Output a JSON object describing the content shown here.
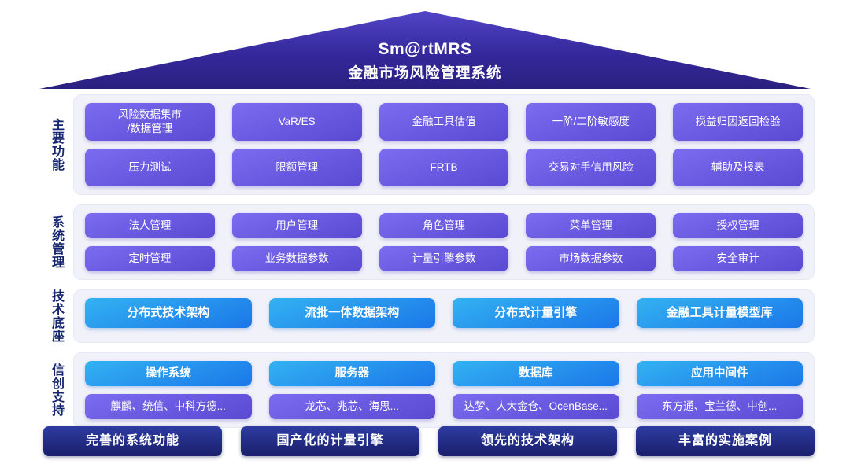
{
  "header": {
    "title": "Sm@rtMRS",
    "subtitle": "金融市场风险管理系统"
  },
  "sections": [
    {
      "label": "主要功能",
      "rows": [
        {
          "buttons": [
            "风险数据集市\n/数据管理",
            "VaR/ES",
            "金融工具估值",
            "一阶/二阶敏感度",
            "损益归因返回检验"
          ]
        },
        {
          "buttons": [
            "压力测试",
            "限额管理",
            "FRTB",
            "交易对手信用风险",
            "辅助及报表"
          ]
        }
      ]
    },
    {
      "label": "系统管理",
      "rows": [
        {
          "buttons": [
            "法人管理",
            "用户管理",
            "角色管理",
            "菜单管理",
            "授权管理"
          ]
        },
        {
          "buttons": [
            "定时管理",
            "业务数据参数",
            "计量引擎参数",
            "市场数据参数",
            "安全审计"
          ]
        }
      ]
    },
    {
      "label": "技术底座",
      "rows": [
        {
          "buttons": [
            "分布式技术架构",
            "流批一体数据架构",
            "分布式计量引擎",
            "金融工具计量模型库"
          ]
        }
      ]
    },
    {
      "label": "信创支持",
      "rows": [
        {
          "buttons": [
            "操作系统",
            "服务器",
            "数据库",
            "应用中间件"
          ]
        },
        {
          "buttons": [
            "麒麟、统信、中科方德...",
            "龙芯、兆芯、海思...",
            "达梦、人大金仓、OcenBase...",
            "东方通、宝兰德、中创..."
          ]
        }
      ]
    }
  ],
  "footer": {
    "buttons": [
      "完善的系统功能",
      "国产化的计量引擎",
      "领先的技术架构",
      "丰富的实施案例"
    ]
  },
  "colors": {
    "roof": "#34289b",
    "feature_button": "#6a5ae0",
    "tech_button": "#1e8af0",
    "footer_button": "#1c2472",
    "panel_background": "#f1f1fa",
    "section_label_text": "#16266e"
  }
}
